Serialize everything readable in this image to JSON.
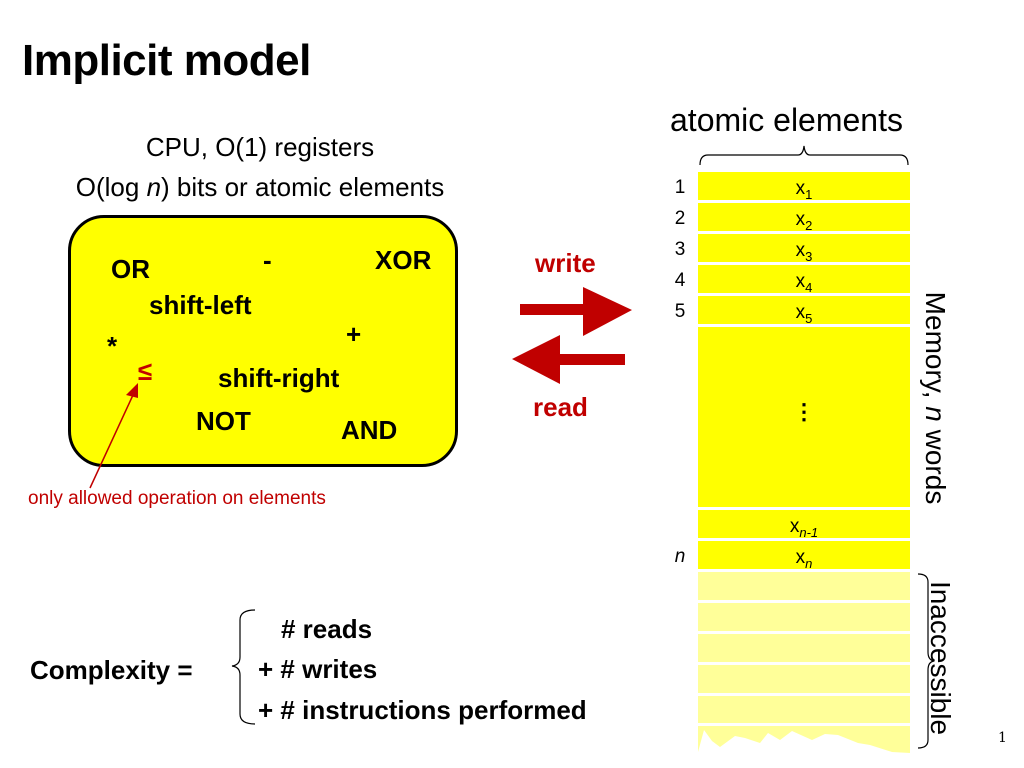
{
  "slide": {
    "title": "Implicit model",
    "page_number": "1"
  },
  "cpu": {
    "line1": "CPU, O(1) registers",
    "line2_prefix": "O(log ",
    "line2_var": "n",
    "line2_suffix": ") bits or atomic elements",
    "box_color": "#ffff00",
    "operations": [
      {
        "label": "OR",
        "highlight": false
      },
      {
        "label": "-",
        "highlight": false
      },
      {
        "label": "XOR",
        "highlight": false
      },
      {
        "label": "shift-left",
        "highlight": false
      },
      {
        "label": "+",
        "highlight": false
      },
      {
        "label": "*",
        "highlight": false
      },
      {
        "label": "≤",
        "highlight": true
      },
      {
        "label": "shift-right",
        "highlight": false
      },
      {
        "label": "NOT",
        "highlight": false
      },
      {
        "label": "AND",
        "highlight": false
      }
    ],
    "annotation": "only allowed operation on elements"
  },
  "transfer": {
    "write_label": "write",
    "read_label": "read",
    "arrow_color": "#c00000"
  },
  "memory": {
    "header": "atomic elements",
    "side_label_prefix": "Memory, ",
    "side_label_var": "n",
    "side_label_suffix": " words",
    "inaccessible_label": "Inaccessible",
    "ellipsis": "⋮",
    "cells": [
      {
        "index": "1",
        "base": "x",
        "sub": "1"
      },
      {
        "index": "2",
        "base": "x",
        "sub": "2"
      },
      {
        "index": "3",
        "base": "x",
        "sub": "3"
      },
      {
        "index": "4",
        "base": "x",
        "sub": "4"
      },
      {
        "index": "5",
        "base": "x",
        "sub": "5"
      },
      {
        "index": "",
        "base": "x",
        "sub": "n-1"
      },
      {
        "index": "n",
        "base": "x",
        "sub": "n"
      }
    ],
    "accessible_color": "#ffff00",
    "inaccessible_color": "#ffff99",
    "inaccessible_rows": 6
  },
  "complexity": {
    "label": "Complexity =",
    "terms": [
      "# reads",
      "+ # writes",
      "+ # instructions performed"
    ]
  }
}
